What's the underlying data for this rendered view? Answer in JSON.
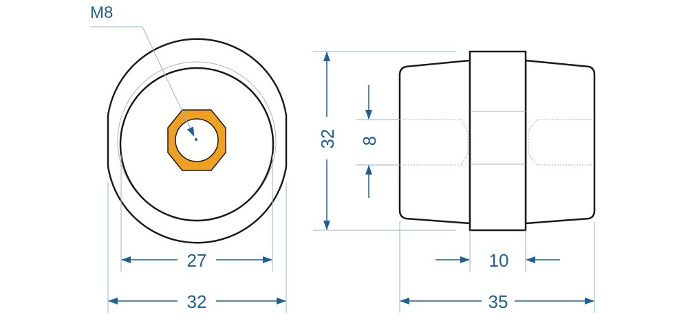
{
  "drawing": {
    "thread_label": "M8",
    "front_view": {
      "inner_diameter_label": "27",
      "outer_diameter_label": "32"
    },
    "side_view": {
      "height_label": "32",
      "bore_label": "8",
      "band_width_label": "10",
      "length_label": "35"
    }
  },
  "colors": {
    "dimension": "#1f5f94",
    "outline": "#1a1a1a",
    "hex_nut": "#f0a020",
    "extension_line": "#8fb5d3"
  }
}
